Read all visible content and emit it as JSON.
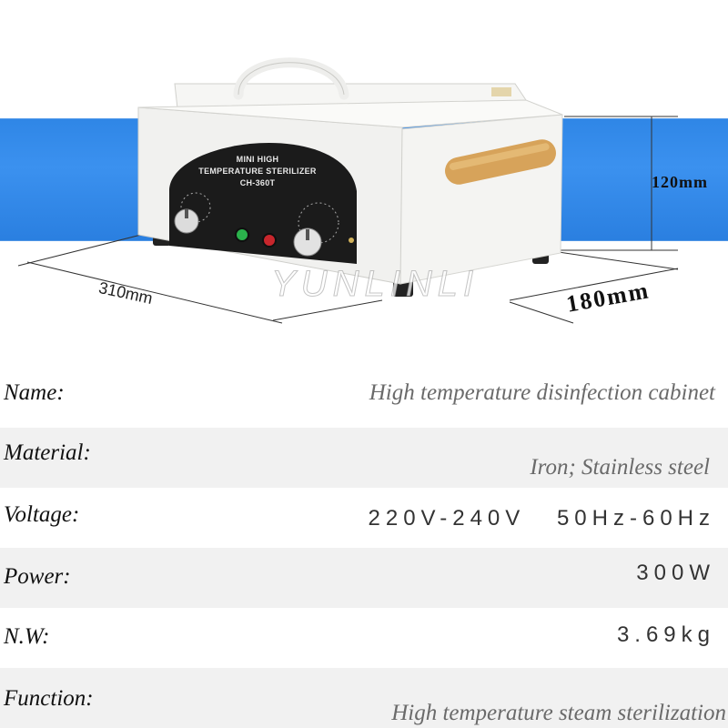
{
  "product": {
    "panel_line1": "MINI HIGH",
    "panel_line2": "TEMPERATURE STERILIZER",
    "panel_line3": "CH-360T",
    "watermark": "YUNLINLI",
    "dimensions": {
      "width": "310mm",
      "depth": "180mm",
      "height": "120mm"
    },
    "colors": {
      "band": "#3b91ef",
      "body": "#f3f3f1",
      "panel": "#1b1b1b",
      "handle": "#d9a45a",
      "green_light": "#2bb24c",
      "red_light": "#c8262c"
    }
  },
  "specs": [
    {
      "label": "Name:",
      "value": "High temperature disinfection cabinet"
    },
    {
      "label": "Material:",
      "value": "Iron; Stainless steel"
    },
    {
      "label": "Voltage:",
      "value": "220V-240V 50Hz-60Hz"
    },
    {
      "label": "Power:",
      "value": "300W"
    },
    {
      "label": "N.W:",
      "value": "3.69kg"
    },
    {
      "label": "Function:",
      "value": "High temperature steam sterilization"
    }
  ]
}
